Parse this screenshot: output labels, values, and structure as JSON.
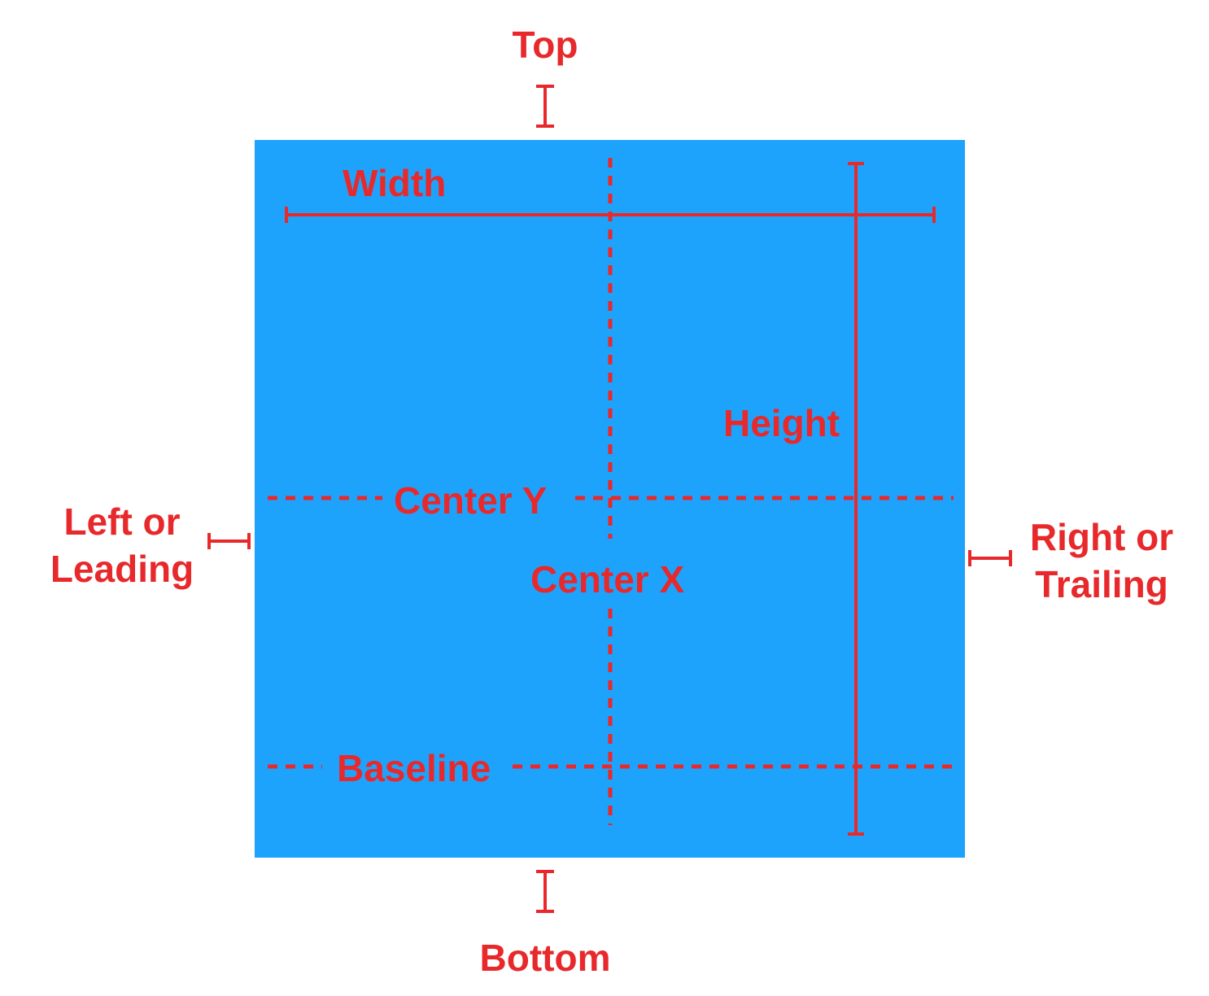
{
  "colors": {
    "background": "#ffffff",
    "box_fill": "#1ea3fc",
    "accent": "#e8292c"
  },
  "labels": {
    "top": "Top",
    "bottom": "Bottom",
    "left": "Left or\nLeading",
    "right": "Right or\nTrailing",
    "width": "Width",
    "height": "Height",
    "center_x": "Center X",
    "center_y": "Center Y",
    "baseline": "Baseline"
  }
}
